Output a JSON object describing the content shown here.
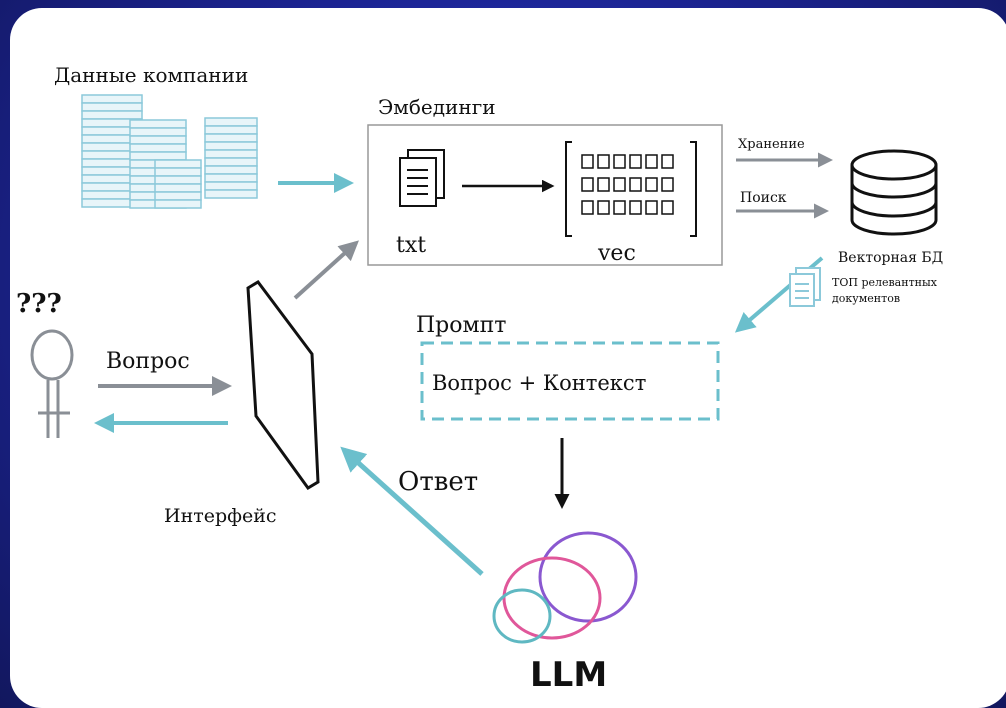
{
  "labels": {
    "company_data": "Данные компании",
    "embeddings": "Эмбединги",
    "txt": "txt",
    "vec": "vec",
    "storage": "Хранение",
    "search": "Поиск",
    "vector_db": "Векторная БД",
    "top_docs_line1": "ТОП релевантных",
    "top_docs_line2": "документов",
    "prompt": "Промпт",
    "prompt_content": "Вопрос + Контекст",
    "question": "Вопрос",
    "answer": "Ответ",
    "interface": "Интерфейс",
    "llm": "LLM",
    "question_marks": "???"
  },
  "colors": {
    "teal": "#6bbfcc",
    "gray_arrow": "#8a8f96",
    "ink": "#111111",
    "llm_pink": "#e0579a",
    "llm_purple": "#8a58d0",
    "llm_teal": "#5fb8c2"
  }
}
